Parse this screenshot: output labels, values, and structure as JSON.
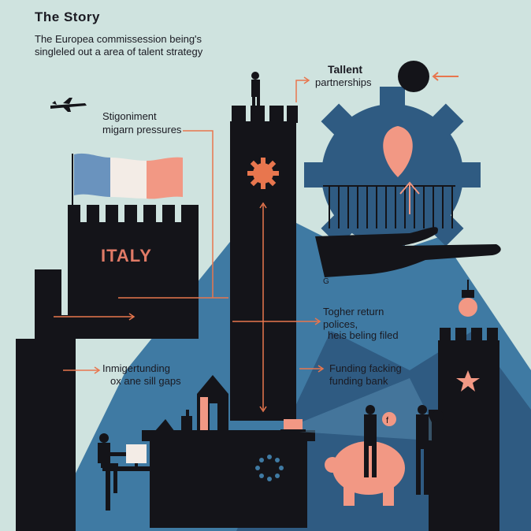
{
  "title": "The  Story",
  "subtitle_line1": "The Europea commissession being's",
  "subtitle_line2": "singleled out a area  of talent strategy",
  "labels": {
    "talent": "Tallent",
    "partnerships": "partnerships",
    "stigoniment": "Stigoniment",
    "migration": "migarn pressures",
    "italy": "ITALY",
    "tougher1": "Togher return",
    "tougher2": "polices,",
    "tougher3": "heis beling filed",
    "underfunding1": "Inmigertunding",
    "underfunding2": "ox ane sill gaps",
    "funding1": "Funding facking",
    "funding2": "funding bank",
    "small_g": "G"
  },
  "colors": {
    "background": "#cfe3df",
    "dark": "#141419",
    "blue": "#3f7aa3",
    "navy": "#2f5b82",
    "coral": "#f29884",
    "accent_orange": "#e8764e",
    "italy_text": "#e07a66",
    "flag_blue": "#6a93be",
    "flag_white": "#f3ece6",
    "flag_coral": "#f29884"
  },
  "icons": [
    "airplane-icon",
    "gear-icon",
    "location-pin-icon",
    "hand-icon",
    "star-icon",
    "lightbulb-icon",
    "piggy-bank-icon",
    "person-icon",
    "laptop-icon",
    "eu-stars-icon"
  ]
}
